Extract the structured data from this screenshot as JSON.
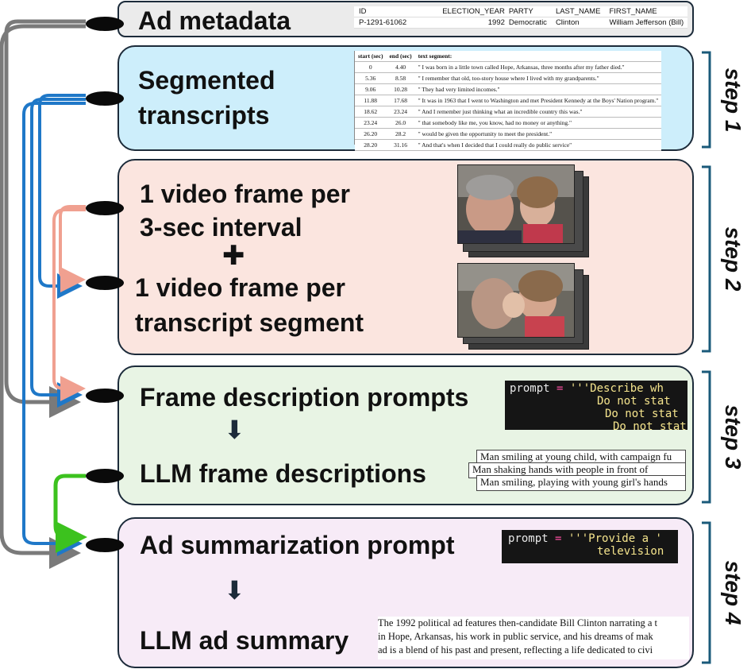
{
  "metadata": {
    "title": "Ad metadata",
    "headers": [
      "ID",
      "ELECTION_YEAR",
      "PARTY",
      "LAST_NAME",
      "FIRST_NAME"
    ],
    "row": [
      "P-1291-61062",
      "1992",
      "Democratic",
      "Clinton",
      "William Jefferson (Bill)"
    ]
  },
  "transcripts": {
    "title_line1": "Segmented",
    "title_line2": "transcripts",
    "headers": [
      "start (sec)",
      "end (sec)",
      "text segment:"
    ],
    "rows": [
      [
        "0",
        "4.40",
        "\" I was born in a little town called Hope, Arkansas, three months after my father died.\""
      ],
      [
        "5.36",
        "8.58",
        "\" I remember that old, too-story house where I lived with my grandparents.\""
      ],
      [
        "9.06",
        "10.28",
        "\" They had very limited incomes.\""
      ],
      [
        "11.88",
        "17.68",
        "\" It was in 1963 that I went to Washington and met President Kennedy at the Boys' Nation program.\""
      ],
      [
        "18.62",
        "23.24",
        "\" And I remember just thinking what an incredible country this was.\""
      ],
      [
        "23.24",
        "26.0",
        "\" that somebody like me, you know, had no money or anything.\""
      ],
      [
        "26.20",
        "28.2",
        "\" would be given the opportunity to meet the president.\""
      ],
      [
        "28.20",
        "31.16",
        "\" And that's when I decided that I could really do public service\""
      ]
    ]
  },
  "frames": {
    "line1a": "1 video frame per",
    "line1b": "3-sec interval",
    "plus": "✚",
    "line2a": "1 video frame per",
    "line2b": "transcript segment"
  },
  "step3": {
    "prompt_title": "Frame description prompts",
    "arrow": "⬇",
    "desc_title": "LLM frame descriptions",
    "code_lines": [
      {
        "kw": "prompt",
        "eq": " = ",
        "str": "'''Describe wh"
      },
      {
        "kw": "",
        "eq": "",
        "str": "Do not stat"
      },
      {
        "kw": "",
        "eq": "",
        "str": "Do not stat"
      },
      {
        "kw": "",
        "eq": "",
        "str": "Do not stat"
      }
    ],
    "descriptions": [
      "Man smiling at young child, with campaign fu",
      "Man shaking hands with people in front of",
      "Man smiling, playing with young girl's hands"
    ]
  },
  "step4": {
    "prompt_title": "Ad summarization prompt",
    "arrow": "⬇",
    "summary_title": "LLM ad summary",
    "code_line1": {
      "kw": "prompt",
      "eq": " = ",
      "str": "'''Provide a '"
    },
    "code_line2": "television",
    "summary_lines": [
      "The 1992 political ad features then-candidate Bill Clinton narrating a t",
      "in Hope, Arkansas, his work in public service, and his dreams of mak",
      "ad is a blend of his past and present, reflecting a life dedicated to civi"
    ]
  },
  "steps": [
    "step 1",
    "step 2",
    "step 3",
    "step 4"
  ],
  "colors": {
    "metadata_bg": "#ebebeb",
    "step1_bg": "#cdeefb",
    "step2_bg": "#fbe5df",
    "step3_bg": "#e8f4e4",
    "step4_bg": "#f7ebf7",
    "gray_arrow": "#7a7a7a",
    "blue_arrow": "#1f78c8",
    "salmon_arrow": "#f0a090",
    "green_arrow": "#3cc21e",
    "bracket": "#1a5a7a"
  }
}
